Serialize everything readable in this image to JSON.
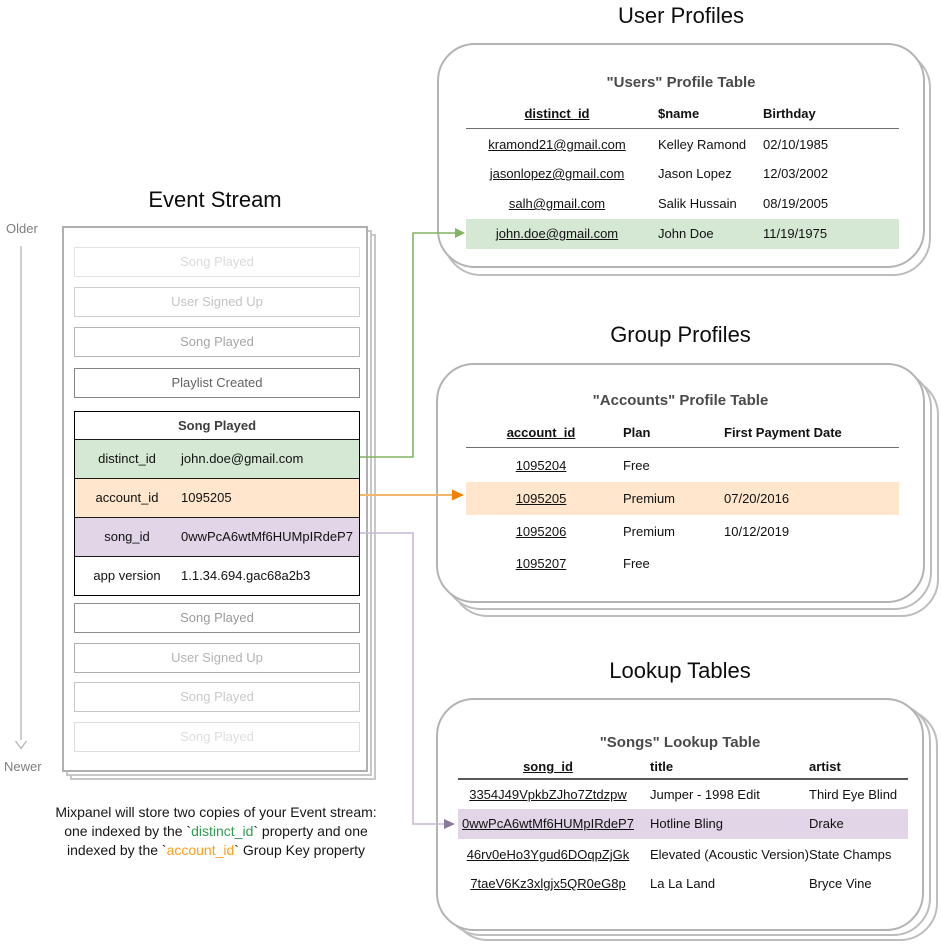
{
  "diagram": {
    "event_stream": {
      "title": "Event Stream",
      "older_label": "Older",
      "newer_label": "Newer",
      "events_before": [
        "Song Played",
        "User Signed Up",
        "Song Played",
        "Playlist Created"
      ],
      "selected_event": {
        "name": "Song Played",
        "properties": [
          {
            "key": "distinct_id",
            "value": "john.doe@gmail.com",
            "highlight": "green"
          },
          {
            "key": "account_id",
            "value": "1095205",
            "highlight": "orange"
          },
          {
            "key": "song_id",
            "value": "0wwPcA6wtMf6HUMpIRdeP7",
            "highlight": "purple"
          },
          {
            "key": "app version",
            "value": "1.1.34.694.gac68a2b3",
            "highlight": "none"
          }
        ]
      },
      "events_after": [
        "Song Played",
        "User Signed Up",
        "Song Played",
        "Song Played"
      ]
    },
    "user_profiles": {
      "section_title": "User Profiles",
      "table_title": "\"Users\" Profile Table",
      "columns": [
        "distinct_id",
        "$name",
        "Birthday"
      ],
      "rows": [
        [
          "kramond21@gmail.com",
          "Kelley Ramond",
          "02/10/1985"
        ],
        [
          "jasonlopez@gmail.com",
          "Jason Lopez",
          "12/03/2002"
        ],
        [
          "salh@gmail.com",
          "Salik Hussain",
          "08/19/2005"
        ],
        [
          "john.doe@gmail.com",
          "John Doe",
          "11/19/1975"
        ]
      ],
      "highlighted_row": 3
    },
    "group_profiles": {
      "section_title": "Group Profiles",
      "table_title": "\"Accounts\" Profile Table",
      "columns": [
        "account_id",
        "Plan",
        "First Payment Date"
      ],
      "rows": [
        [
          "1095204",
          "Free",
          ""
        ],
        [
          "1095205",
          "Premium",
          "07/20/2016"
        ],
        [
          "1095206",
          "Premium",
          "10/12/2019"
        ],
        [
          "1095207",
          "Free",
          ""
        ]
      ],
      "highlighted_row": 1
    },
    "lookup_tables": {
      "section_title": "Lookup Tables",
      "table_title": "\"Songs\" Lookup Table",
      "columns": [
        "song_id",
        "title",
        "artist"
      ],
      "rows": [
        [
          "3354J49VpkbZJho7Ztdzpw",
          "Jumper - 1998 Edit",
          "Third Eye Blind"
        ],
        [
          "0wwPcA6wtMf6HUMpIRdeP7",
          "Hotline Bling",
          "Drake"
        ],
        [
          "46rv0eHo3Ygud6DOqpZjGk",
          "Elevated (Acoustic Version)",
          "State Champs"
        ],
        [
          "7taeV6Kz3xlgjx5QR0eG8p",
          "La La Land",
          "Bryce Vine"
        ]
      ],
      "highlighted_row": 1
    },
    "caption": {
      "line1": "Mixpanel will store two copies of your Event stream:",
      "line2_pre": "one indexed by the `",
      "line2_keyword": "distinct_id",
      "line2_post": "` property and one",
      "line3_pre": "indexed by the `",
      "line3_keyword": "account_id",
      "line3_post": "` Group Key property"
    },
    "colors": {
      "highlight_green": "#d5e8d4",
      "highlight_orange": "#ffe6cc",
      "highlight_purple": "#e1d5e7",
      "arrow_green": "#82b366",
      "arrow_orange_line": "#f2b66d",
      "arrow_orange_head": "#f28200",
      "arrow_purple_line": "#c9b8d6",
      "arrow_purple_head": "#8b7a99",
      "keyword_green": "#2f9e4f",
      "keyword_orange": "#ff9e18"
    }
  }
}
